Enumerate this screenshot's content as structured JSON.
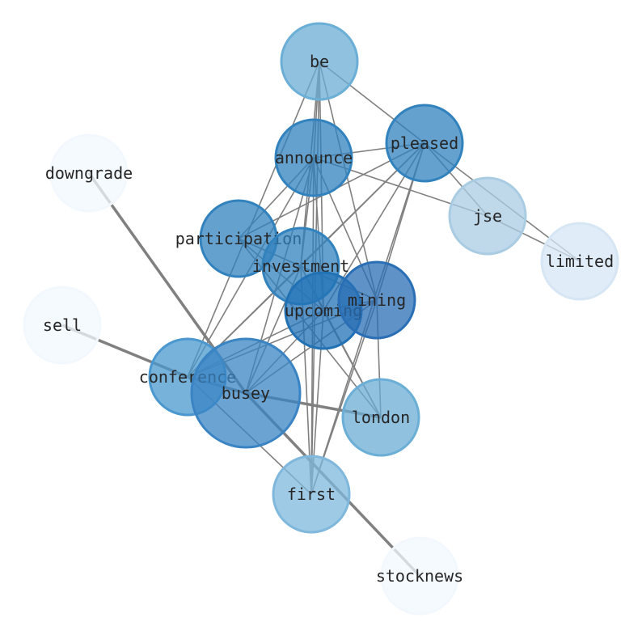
{
  "graph": {
    "edge_color": "#808080",
    "nodes": [
      {
        "id": "be",
        "label": "be",
        "color": "#6baed6",
        "r": 47
      },
      {
        "id": "pleased",
        "label": "pleased",
        "color": "#3182bd",
        "r": 47
      },
      {
        "id": "announce",
        "label": "announce",
        "color": "#3182bd",
        "r": 47
      },
      {
        "id": "downgrade",
        "label": "downgrade",
        "color": "#f2f8fd",
        "r": 47
      },
      {
        "id": "jse",
        "label": "jse",
        "color": "#a9cce3",
        "r": 47
      },
      {
        "id": "limited",
        "label": "limited",
        "color": "#d6e6f4",
        "r": 47
      },
      {
        "id": "participation",
        "label": "participation",
        "color": "#3182bd",
        "r": 47
      },
      {
        "id": "investment",
        "label": "investment",
        "color": "#3182bd",
        "r": 47
      },
      {
        "id": "upcoming",
        "label": "upcoming",
        "color": "#2171b5",
        "r": 47
      },
      {
        "id": "mining",
        "label": "mining",
        "color": "#2a6fb5",
        "r": 47
      },
      {
        "id": "sell",
        "label": "sell",
        "color": "#f2f8fd",
        "r": 47
      },
      {
        "id": "conference",
        "label": "conference",
        "color": "#4a98cf",
        "r": 47
      },
      {
        "id": "busey",
        "label": "busey",
        "color": "#3a84c4",
        "r": 67
      },
      {
        "id": "london",
        "label": "london",
        "color": "#6baed6",
        "r": 47
      },
      {
        "id": "first",
        "label": "first",
        "color": "#7fb8dc",
        "r": 47
      },
      {
        "id": "stocknews",
        "label": "stocknews",
        "color": "#f2f8fd",
        "r": 47
      }
    ],
    "edges": [
      [
        "be",
        "pleased"
      ],
      [
        "be",
        "announce"
      ],
      [
        "be",
        "investment"
      ],
      [
        "be",
        "upcoming"
      ],
      [
        "be",
        "mining"
      ],
      [
        "be",
        "first"
      ],
      [
        "be",
        "conference"
      ],
      [
        "pleased",
        "announce"
      ],
      [
        "pleased",
        "jse"
      ],
      [
        "pleased",
        "limited"
      ],
      [
        "pleased",
        "participation"
      ],
      [
        "pleased",
        "investment"
      ],
      [
        "pleased",
        "upcoming"
      ],
      [
        "pleased",
        "mining"
      ],
      [
        "pleased",
        "conference"
      ],
      [
        "pleased",
        "first"
      ],
      [
        "announce",
        "jse"
      ],
      [
        "announce",
        "participation"
      ],
      [
        "announce",
        "investment"
      ],
      [
        "announce",
        "upcoming"
      ],
      [
        "announce",
        "mining"
      ],
      [
        "announce",
        "conference"
      ],
      [
        "announce",
        "busey"
      ],
      [
        "announce",
        "first"
      ],
      [
        "jse",
        "limited"
      ],
      [
        "participation",
        "investment"
      ],
      [
        "participation",
        "upcoming"
      ],
      [
        "participation",
        "mining"
      ],
      [
        "participation",
        "london"
      ],
      [
        "investment",
        "upcoming"
      ],
      [
        "investment",
        "mining"
      ],
      [
        "investment",
        "conference"
      ],
      [
        "investment",
        "london"
      ],
      [
        "investment",
        "first"
      ],
      [
        "investment",
        "busey"
      ],
      [
        "upcoming",
        "mining"
      ],
      [
        "upcoming",
        "conference"
      ],
      [
        "upcoming",
        "busey"
      ],
      [
        "upcoming",
        "london"
      ],
      [
        "upcoming",
        "first"
      ],
      [
        "mining",
        "conference"
      ],
      [
        "mining",
        "busey"
      ],
      [
        "mining",
        "london"
      ],
      [
        "mining",
        "first"
      ],
      [
        "conference",
        "busey"
      ],
      [
        "conference",
        "first"
      ]
    ],
    "strong_edges": [
      [
        "downgrade",
        "busey"
      ],
      [
        "sell",
        "conference"
      ],
      [
        "conference",
        "busey"
      ],
      [
        "busey",
        "london"
      ],
      [
        "busey",
        "stocknews"
      ]
    ]
  }
}
